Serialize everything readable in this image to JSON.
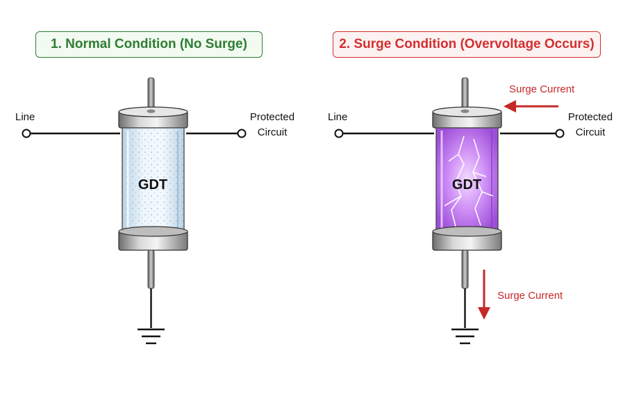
{
  "panels": [
    {
      "title": "1. Normal Condition (No Surge)",
      "line_label": "Line",
      "protected_label_line1": "Protected",
      "protected_label_line2": "Circuit",
      "device_label": "GDT"
    },
    {
      "title": "2. Surge Condition (Overvoltage Occurs)",
      "line_label": "Line",
      "protected_label_line1": "Protected",
      "protected_label_line2": "Circuit",
      "device_label": "GDT",
      "surge_label_top": "Surge Current",
      "surge_label_bottom": "Surge Current"
    }
  ],
  "colors": {
    "normal_accent": "#2e7d32",
    "normal_fill": "#f2faf1",
    "surge_accent": "#d32f2f",
    "surge_fill": "#fdf2f2",
    "gas_idle": "#dcebf6",
    "gas_ionized": "#c27cf0",
    "arrow": "#c62828"
  }
}
